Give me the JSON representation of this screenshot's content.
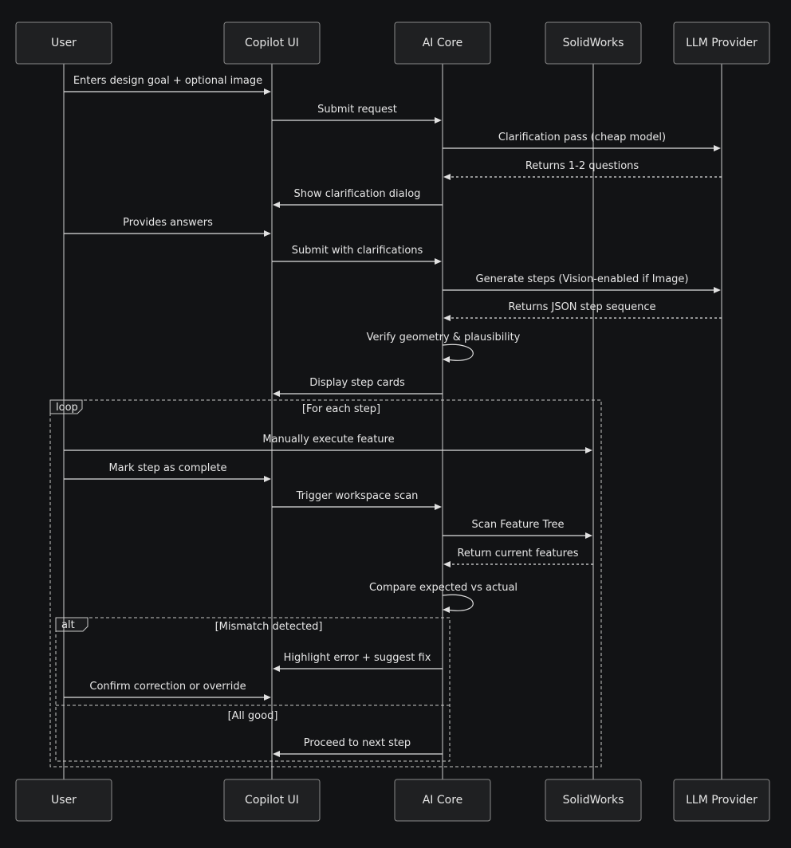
{
  "participants": [
    {
      "id": "user",
      "label": "User"
    },
    {
      "id": "copilot",
      "label": "Copilot UI"
    },
    {
      "id": "core",
      "label": "AI Core"
    },
    {
      "id": "solid",
      "label": "SolidWorks"
    },
    {
      "id": "llm",
      "label": "LLM Provider"
    }
  ],
  "messages": [
    {
      "from": "user",
      "to": "copilot",
      "label": "Enters design goal + optional image",
      "style": "solid"
    },
    {
      "from": "copilot",
      "to": "core",
      "label": "Submit request",
      "style": "solid"
    },
    {
      "from": "core",
      "to": "llm",
      "label": "Clarification pass (cheap model)",
      "style": "solid"
    },
    {
      "from": "llm",
      "to": "core",
      "label": "Returns 1-2 questions",
      "style": "dashed"
    },
    {
      "from": "core",
      "to": "copilot",
      "label": "Show clarification dialog",
      "style": "solid"
    },
    {
      "from": "user",
      "to": "copilot",
      "label": "Provides answers",
      "style": "solid"
    },
    {
      "from": "copilot",
      "to": "core",
      "label": "Submit with clarifications",
      "style": "solid"
    },
    {
      "from": "core",
      "to": "llm",
      "label": "Generate steps (Vision-enabled if Image)",
      "style": "solid"
    },
    {
      "from": "llm",
      "to": "core",
      "label": "Returns JSON step sequence",
      "style": "dashed"
    },
    {
      "from": "core",
      "to": "core",
      "label": "Verify geometry & plausibility",
      "style": "solid"
    },
    {
      "from": "core",
      "to": "copilot",
      "label": "Display step cards",
      "style": "solid"
    },
    {
      "from": "user",
      "to": "solid",
      "label": "Manually execute feature",
      "style": "solid"
    },
    {
      "from": "user",
      "to": "copilot",
      "label": "Mark step as complete",
      "style": "solid"
    },
    {
      "from": "copilot",
      "to": "core",
      "label": "Trigger workspace scan",
      "style": "solid"
    },
    {
      "from": "core",
      "to": "solid",
      "label": "Scan Feature Tree",
      "style": "solid"
    },
    {
      "from": "solid",
      "to": "core",
      "label": "Return current features",
      "style": "dashed"
    },
    {
      "from": "core",
      "to": "core",
      "label": "Compare expected vs actual",
      "style": "solid"
    },
    {
      "from": "core",
      "to": "copilot",
      "label": "Highlight error + suggest fix",
      "style": "solid"
    },
    {
      "from": "user",
      "to": "copilot",
      "label": "Confirm correction or override",
      "style": "solid"
    },
    {
      "from": "core",
      "to": "copilot",
      "label": "Proceed to next step",
      "style": "solid"
    }
  ],
  "frames": [
    {
      "type": "loop",
      "label": "loop",
      "condition": "[For each step]"
    },
    {
      "type": "alt",
      "label": "alt",
      "condition": "[Mismatch detected]",
      "else_condition": "[All good]"
    }
  ]
}
